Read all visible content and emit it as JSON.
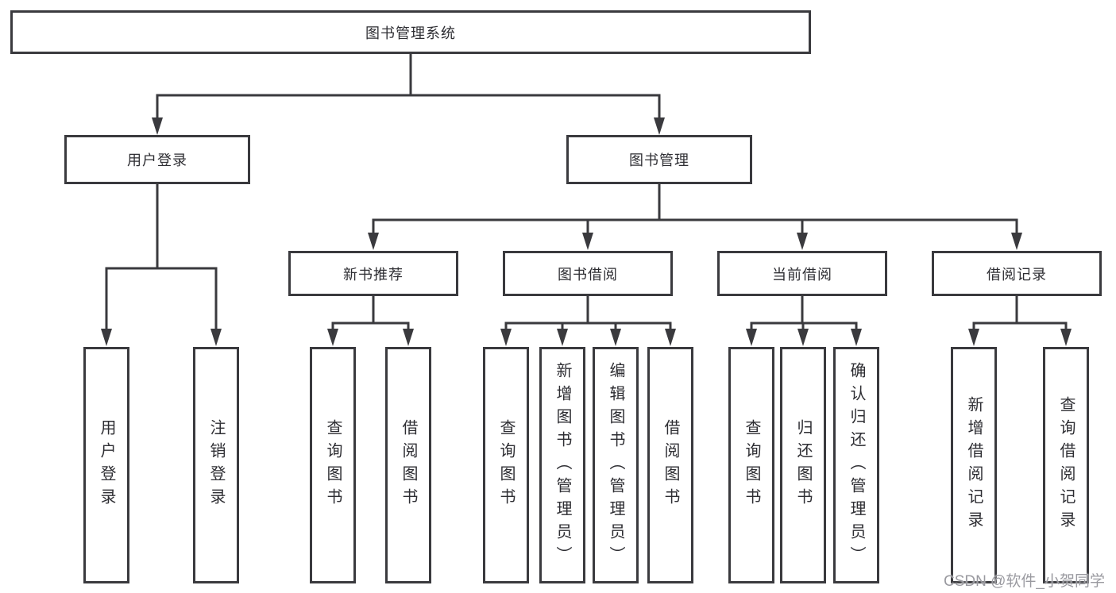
{
  "diagram": {
    "root": {
      "label": "图书管理系统"
    },
    "level1": {
      "user_login": {
        "label": "用户登录"
      },
      "book_mgmt": {
        "label": "图书管理"
      }
    },
    "level2": {
      "new_books": {
        "label": "新书推荐"
      },
      "book_borrow": {
        "label": "图书借阅"
      },
      "current_borrow": {
        "label": "当前借阅"
      },
      "borrow_records": {
        "label": "借阅记录"
      }
    },
    "leaves": {
      "login": {
        "label": "用户登录"
      },
      "logout": {
        "label": "注销登录"
      },
      "nb_query": {
        "label": "查询图书"
      },
      "nb_borrow": {
        "label": "借阅图书"
      },
      "bb_query": {
        "label": "查询图书"
      },
      "bb_add": {
        "label": "新增图书（管理员）"
      },
      "bb_edit": {
        "label": "编辑图书（管理员）"
      },
      "bb_borrow": {
        "label": "借阅图书"
      },
      "cb_query": {
        "label": "查询图书"
      },
      "cb_return": {
        "label": "归还图书"
      },
      "cb_confirm": {
        "label": "确认归还（管理员）"
      },
      "br_add": {
        "label": "新增借阅记录"
      },
      "br_query": {
        "label": "查询借阅记录"
      }
    }
  },
  "watermark": {
    "text": "CSDN @软件_小贺同学"
  },
  "colors": {
    "line": "#3a3a3e",
    "text": "#2e2e33",
    "watermark": "#9a9aa0",
    "background": "#ffffff"
  }
}
